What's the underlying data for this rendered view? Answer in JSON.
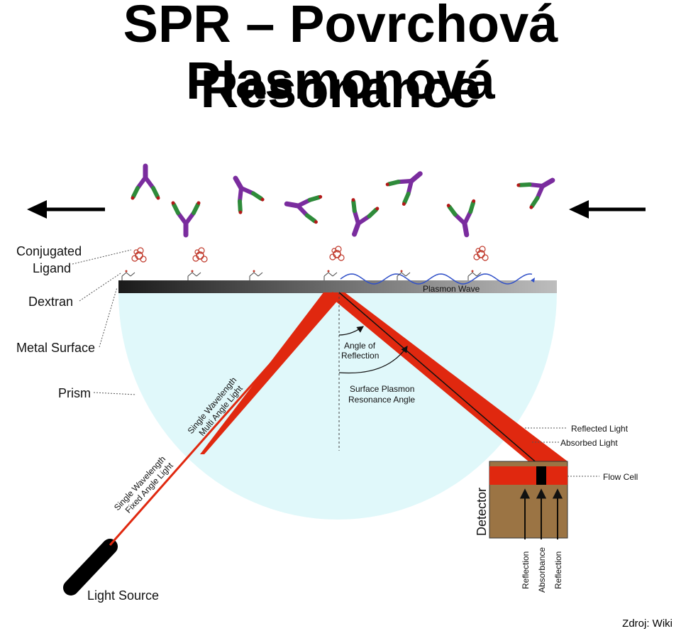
{
  "title": {
    "line1": "SPR – Povrchová Plasmonová",
    "line2": "Resonance"
  },
  "labels": {
    "conjugated_ligand_1": "Conjugated",
    "conjugated_ligand_2": "Ligand",
    "dextran": "Dextran",
    "metal_surface": "Metal Surface",
    "prism": "Prism",
    "plasmon_wave": "Plasmon Wave",
    "angle_of_reflection_1": "Angle of",
    "angle_of_reflection_2": "Reflection",
    "spr_angle_1": "Surface Plasmon",
    "spr_angle_2": "Resonance Angle",
    "multi_angle_1": "Single Wavelength",
    "multi_angle_2": "Multi Angle Light",
    "fixed_angle_1": "Single Wavelength",
    "fixed_angle_2": "Fixed Angle Light",
    "reflected_light": "Reflected Light",
    "absorbed_light": "Absorbed Light",
    "flow_cell": "Flow Cell",
    "detector": "Detector",
    "light_source": "Light Source",
    "det_reflection_left": "Reflection",
    "det_absorbance": "Absorbance",
    "det_reflection_right": "Reflection"
  },
  "source": "Zdroj: Wiki",
  "colors": {
    "beam": "#e0280f",
    "prism": "#e0f8fa",
    "detector": "#9b7444",
    "molecule_purple": "#7a2c9e",
    "molecule_green": "#2e8b3a",
    "wave": "#3050c8"
  }
}
